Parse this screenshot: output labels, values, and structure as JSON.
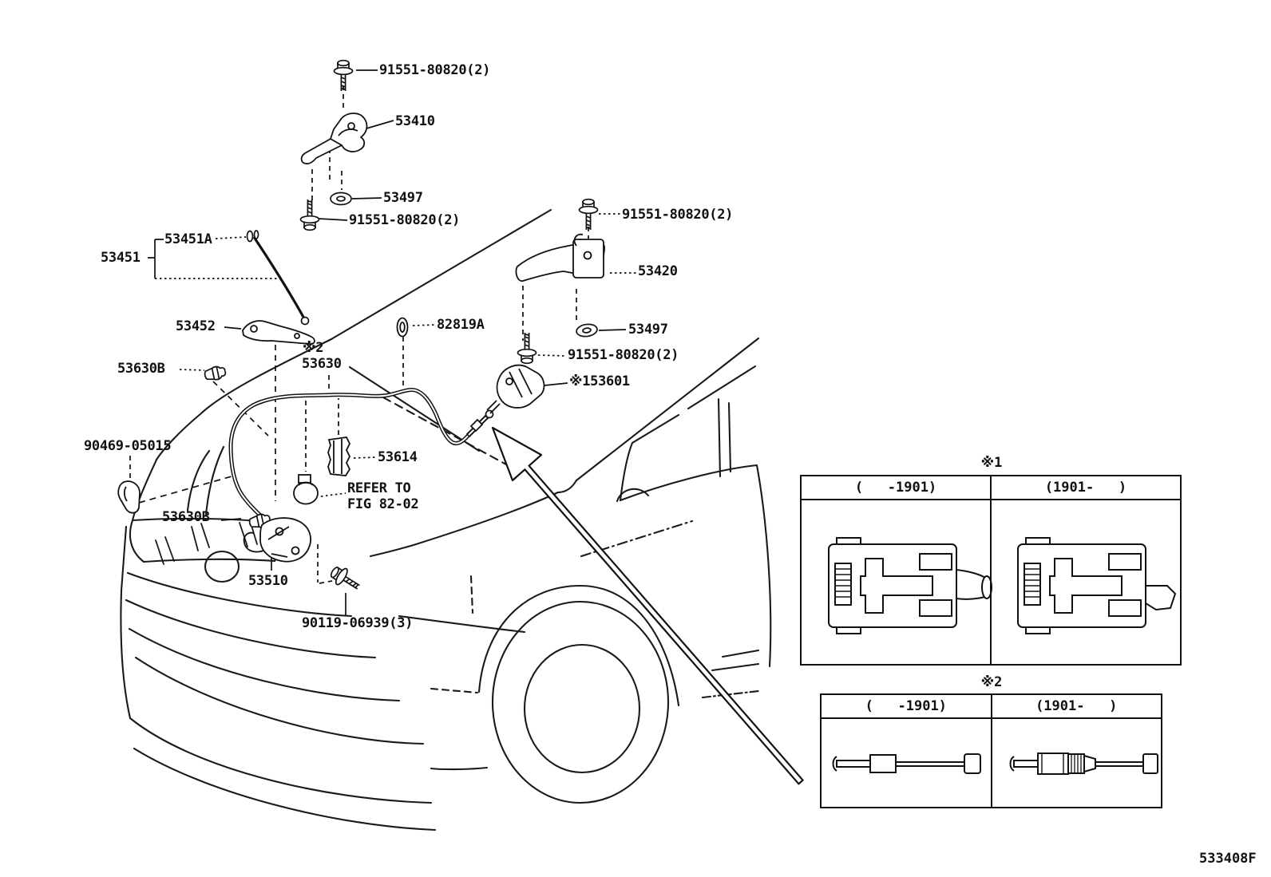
{
  "figure": {
    "code": "533408F"
  },
  "labels": [
    {
      "text": "91551-80820(2)"
    },
    {
      "text": "53410"
    },
    {
      "text": "53497"
    },
    {
      "text": "91551-80820(2)"
    },
    {
      "text": "53451A"
    },
    {
      "text": "53451"
    },
    {
      "text": "53452"
    },
    {
      "text": "82819A"
    },
    {
      "text": "※2"
    },
    {
      "text": "53630"
    },
    {
      "text": "53630B"
    },
    {
      "text": "90469-05015"
    },
    {
      "text": "53614"
    },
    {
      "text": "REFER TO"
    },
    {
      "text": "FIG 82-02"
    },
    {
      "text": "53630B"
    },
    {
      "text": "53510"
    },
    {
      "text": "90119-06939(3)"
    },
    {
      "text": "91551-80820(2)"
    },
    {
      "text": "53420"
    },
    {
      "text": "53497"
    },
    {
      "text": "91551-80820(2)"
    },
    {
      "text": "※153601"
    }
  ],
  "tables": [
    {
      "title": "※1",
      "columns": [
        "(   -1901)",
        "(1901-   )"
      ]
    },
    {
      "title": "※2",
      "columns": [
        "(   -1901)",
        "(1901-   )"
      ]
    }
  ]
}
